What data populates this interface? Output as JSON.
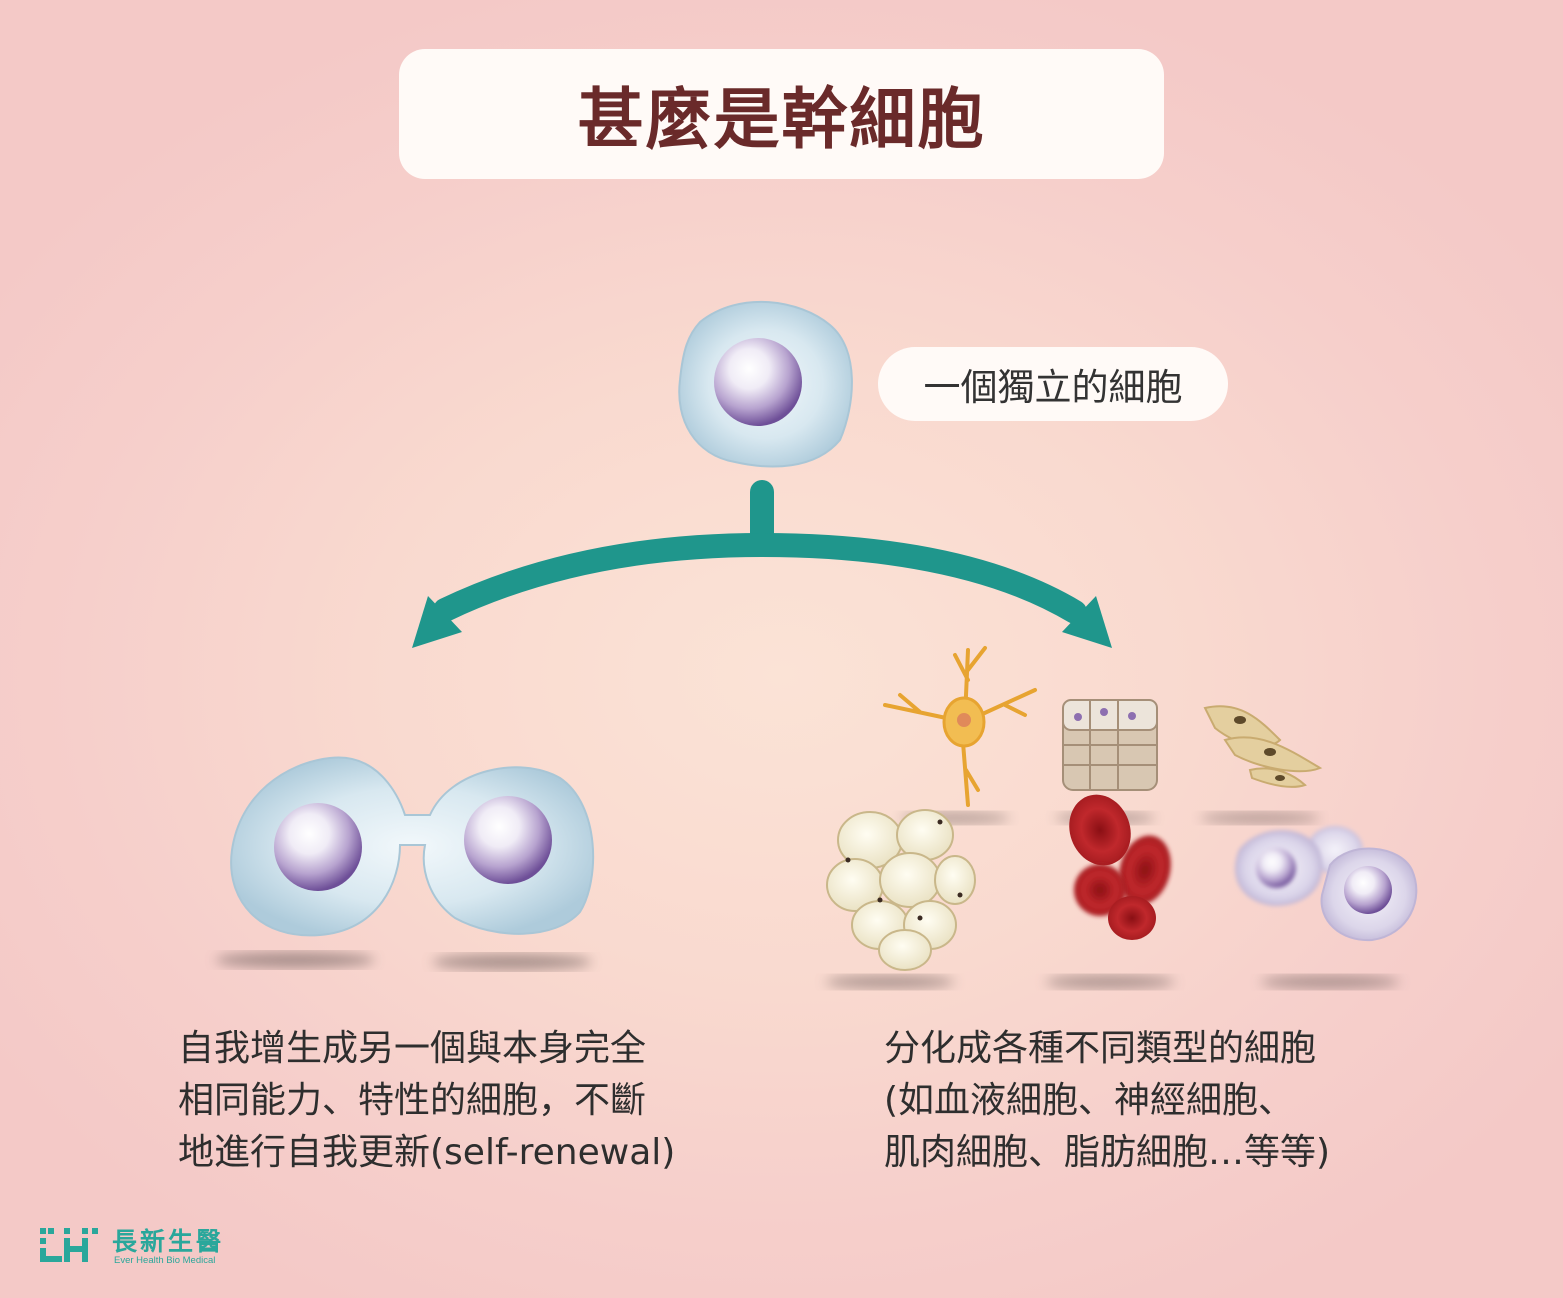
{
  "title": "甚麼是幹細胞",
  "label_single_cell": "一個獨立的細胞",
  "left_description": {
    "lines": [
      "自我增生成另一個與本身完全",
      "相同能力、特性的細胞，不斷",
      "地進行自我更新(self-renewal)"
    ]
  },
  "right_description": {
    "lines": [
      "分化成各種不同類型的細胞",
      "(如血液細胞、神經細胞、",
      "肌肉細胞、脂肪細胞…等等)"
    ]
  },
  "brand": {
    "name": "長新生醫",
    "subtitle": "Ever Health Bio Medical"
  },
  "colors": {
    "title_text": "#6a2a2a",
    "arrow": "#1f968c",
    "brand": "#2aa79b",
    "nucleus": "#8d6fb0",
    "cell_body": "#c9dfea"
  }
}
